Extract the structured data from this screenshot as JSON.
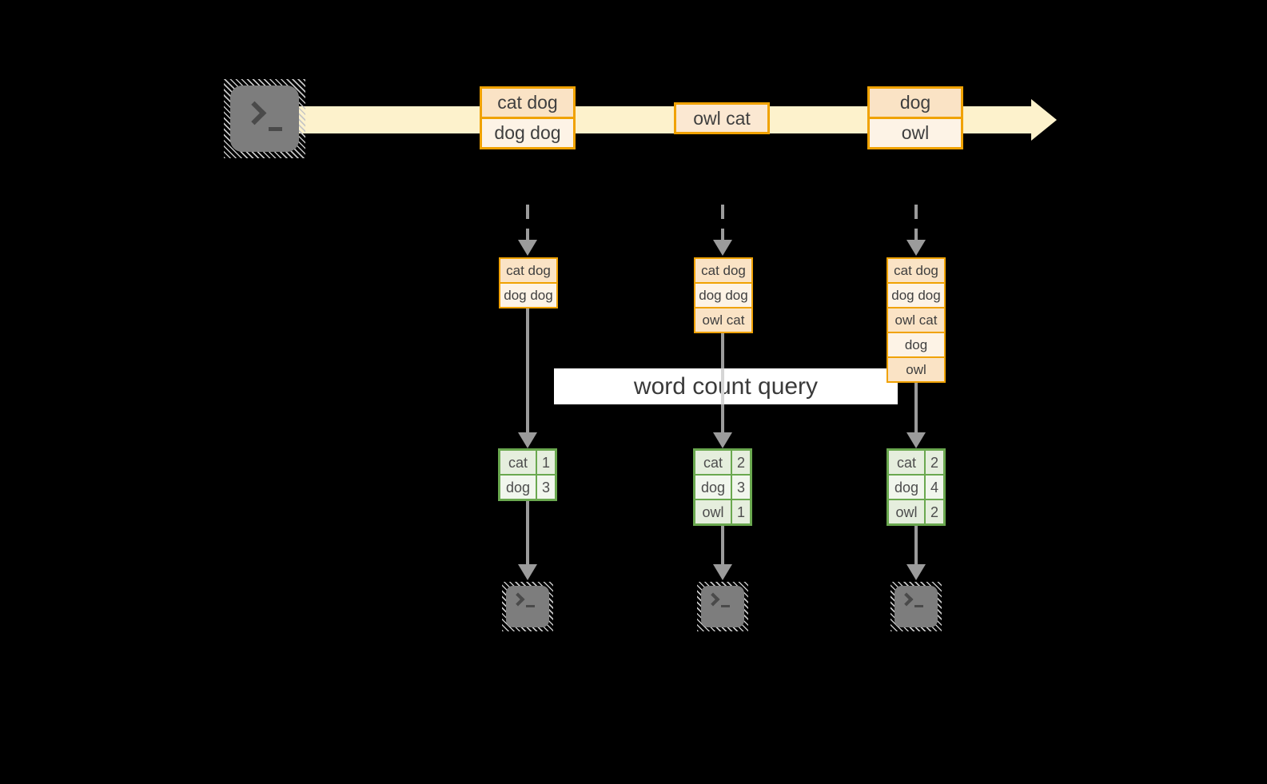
{
  "banner": {
    "label": "word count query"
  },
  "stream": {
    "batch1": {
      "row1": "cat dog",
      "row2": "dog dog"
    },
    "batch2": {
      "row1": "owl cat"
    },
    "batch3": {
      "row1": "dog",
      "row2": "owl"
    }
  },
  "pipelines": [
    {
      "state": [
        "cat dog",
        "dog dog"
      ],
      "counts": [
        {
          "word": "cat",
          "count": "1"
        },
        {
          "word": "dog",
          "count": "3"
        }
      ]
    },
    {
      "state": [
        "cat dog",
        "dog dog",
        "owl cat"
      ],
      "counts": [
        {
          "word": "cat",
          "count": "2"
        },
        {
          "word": "dog",
          "count": "3"
        },
        {
          "word": "owl",
          "count": "1"
        }
      ]
    },
    {
      "state": [
        "cat dog",
        "dog dog",
        "owl cat",
        "dog",
        "owl"
      ],
      "counts": [
        {
          "word": "cat",
          "count": "2"
        },
        {
          "word": "dog",
          "count": "4"
        },
        {
          "word": "owl",
          "count": "2"
        }
      ]
    }
  ],
  "colors": {
    "stream_band": "#fdf2cc",
    "box_border": "#f0a202",
    "box_fill_dark": "#fae3c5",
    "box_fill_light": "#fdf3e6",
    "table_border": "#6aa84f",
    "table_fill_dark": "#e5eedd",
    "table_fill_light": "#f1f6ed",
    "arrow_gray": "#9b9b9b",
    "terminal_gray": "#7d7d7d",
    "banner_bg": "#ffffff",
    "text": "#3f3f3f"
  }
}
